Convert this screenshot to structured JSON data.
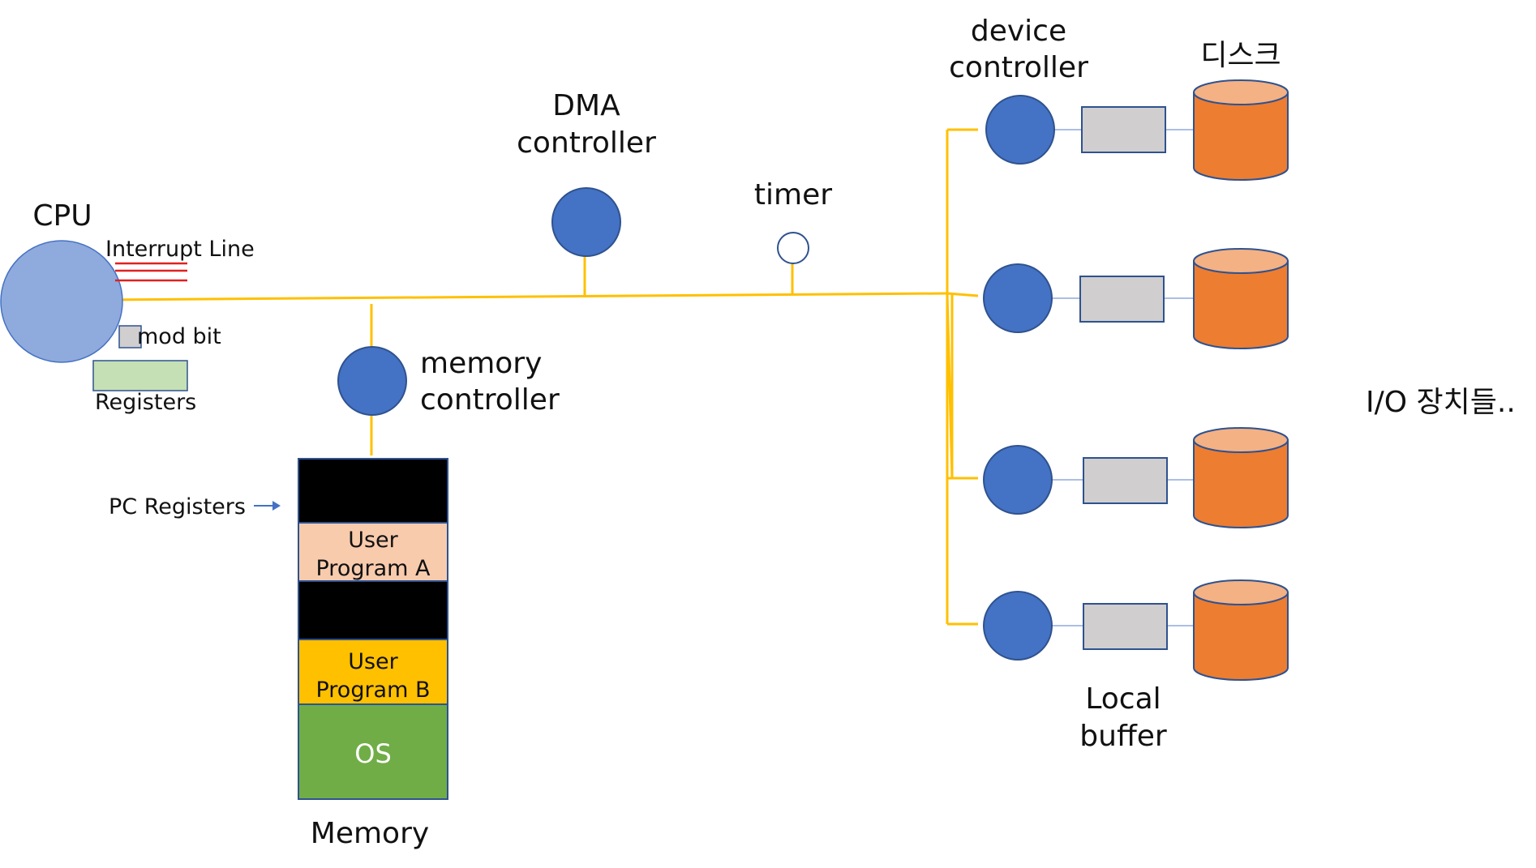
{
  "labels": {
    "cpu": "CPU",
    "interrupt_line": "Interrupt  Line",
    "mod_bit": "mod bit",
    "registers": "Registers",
    "dma_line1": "DMA",
    "dma_line2": "controller",
    "timer": "timer",
    "memory_controller_line1": "memory",
    "memory_controller_line2": "controller",
    "pc_registers": "PC Registers",
    "memory": "Memory",
    "device_controller_line1": "device",
    "device_controller_line2": "controller",
    "disk": "디스크",
    "local_buffer_line1": "Local",
    "local_buffer_line2": "buffer",
    "io_devices": "I/O 장치들.."
  },
  "memory_blocks": {
    "user_program_a_line1": "User",
    "user_program_a_line2": "Program  A",
    "user_program_b_line1": "User",
    "user_program_b_line2": "Program  B",
    "os": "OS"
  },
  "colors": {
    "bus": "#ffc000",
    "controller_node": "#4472c4",
    "cpu_fill": "#8faadc",
    "interrupt_lines": "#e02020",
    "disk_body": "#ed7d31",
    "disk_top": "#f4b183",
    "buffer_fill": "#d0cece",
    "registers_fill": "#c5e0b4",
    "memory_black": "#000000",
    "user_program_a": "#f8cbad",
    "user_program_b": "#ffc000",
    "os": "#70ad47"
  }
}
